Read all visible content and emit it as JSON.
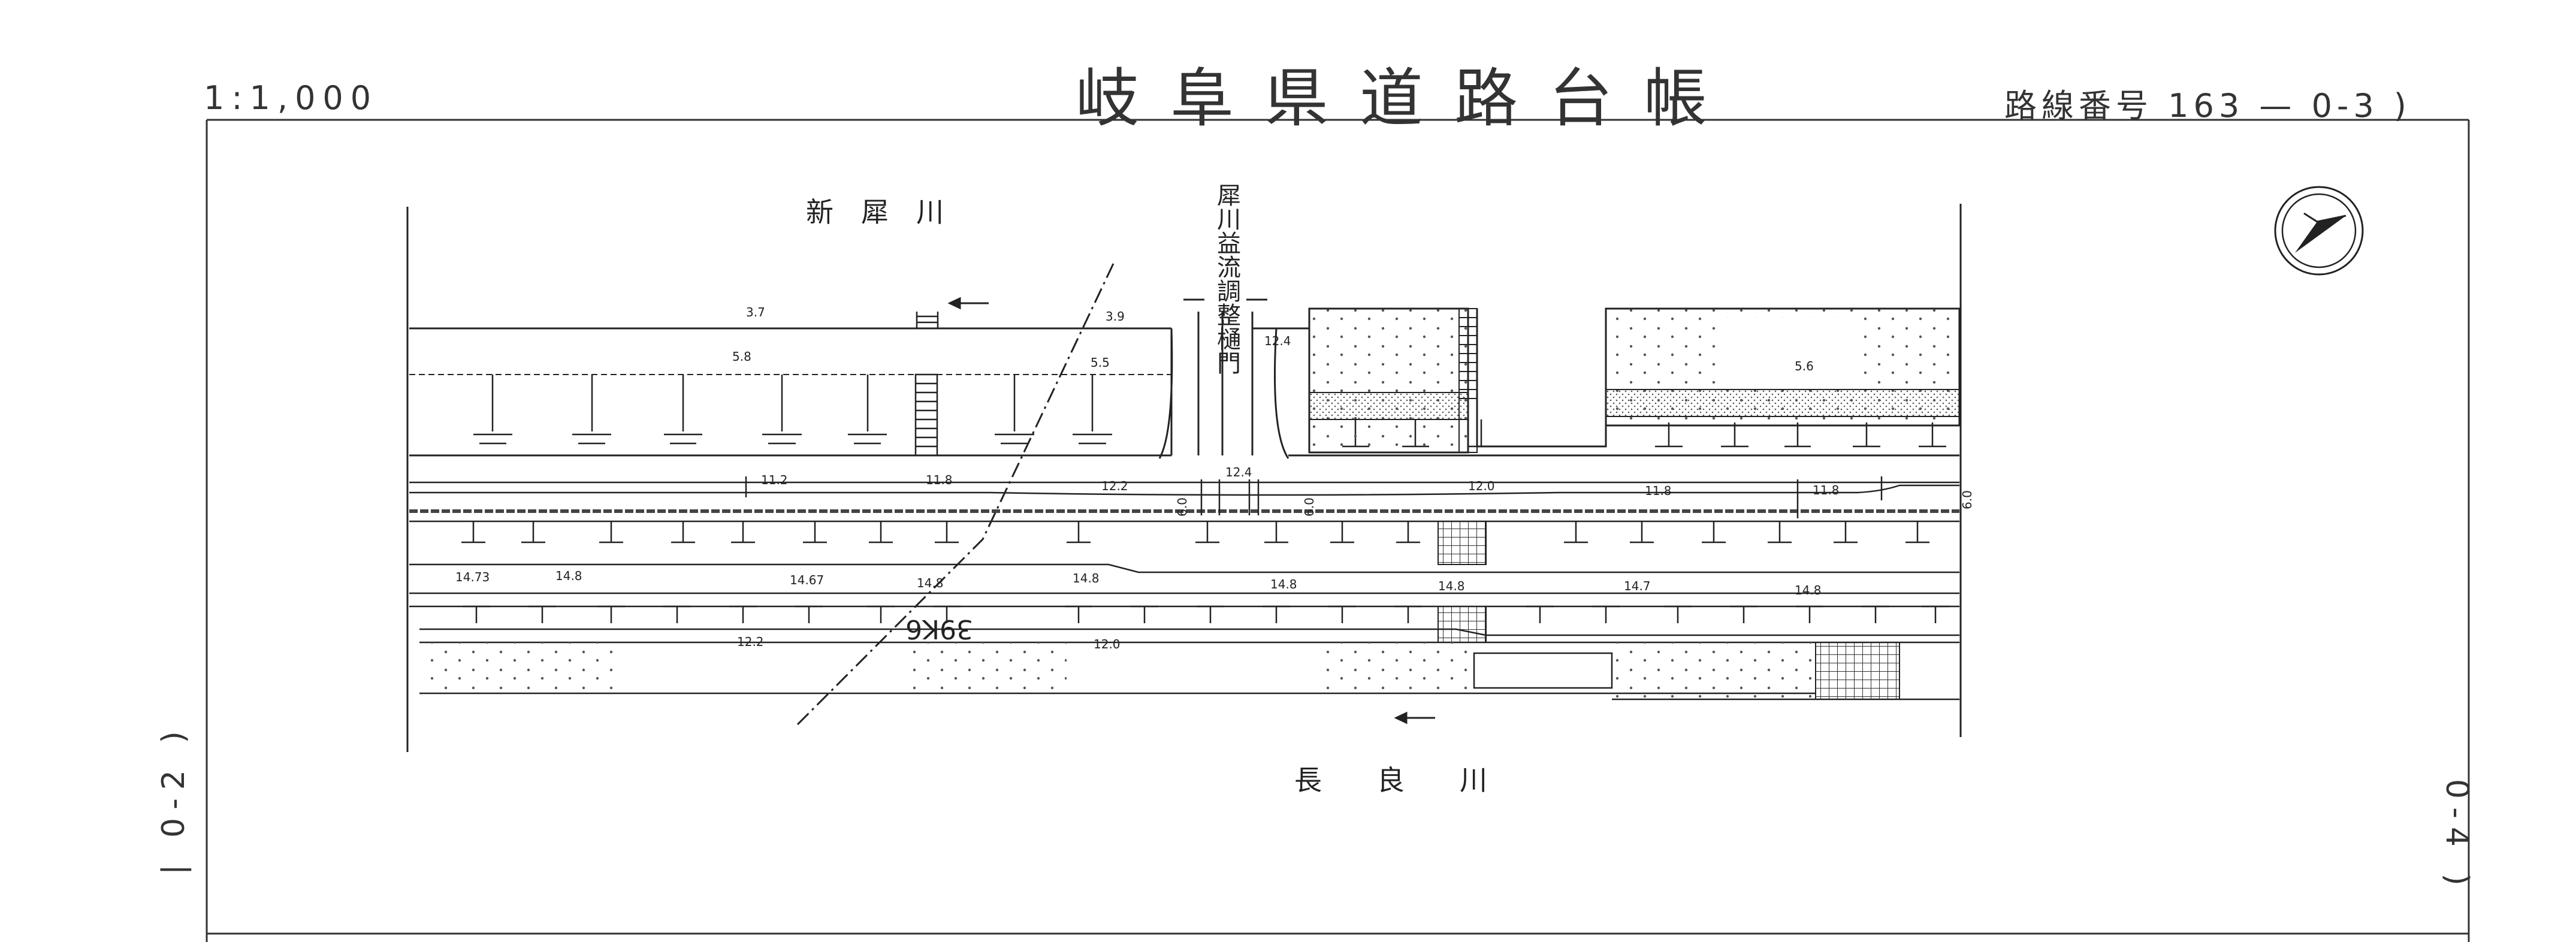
{
  "header": {
    "scale": "1:1,000",
    "title": "岐阜県道路台帳",
    "route": "路線番号 163 — 0-3 )"
  },
  "side_labels": {
    "left": "| 0-2 )",
    "right": "0-4 )"
  },
  "rivers": {
    "north": "新　犀　川",
    "south": "長　　良　　川"
  },
  "gate_label": "犀川益流調整樋門",
  "distance_marker": "39K6",
  "measurements": {
    "top": [
      "3.7",
      "3.9",
      "5.8",
      "5.5",
      "12.4",
      "5.6"
    ],
    "road": [
      "11.2",
      "11.8",
      "12.2",
      "12.4",
      "12.0",
      "11.8",
      "11.8"
    ],
    "lower": [
      "14.73",
      "14.8",
      "14.67",
      "14.8",
      "14.8",
      "14.8",
      "14.8",
      "14.7",
      "14.8"
    ],
    "bottom": [
      "12.2",
      "12.0"
    ],
    "vertical": [
      "6.0",
      "6.0",
      "6.0"
    ]
  },
  "colors": {
    "line": "#222222",
    "frame": "#333333",
    "hatch": "#8a8a8a"
  },
  "icons": {
    "north_arrow": "north-arrow-icon",
    "flow_arrow": "arrow-left-icon"
  }
}
